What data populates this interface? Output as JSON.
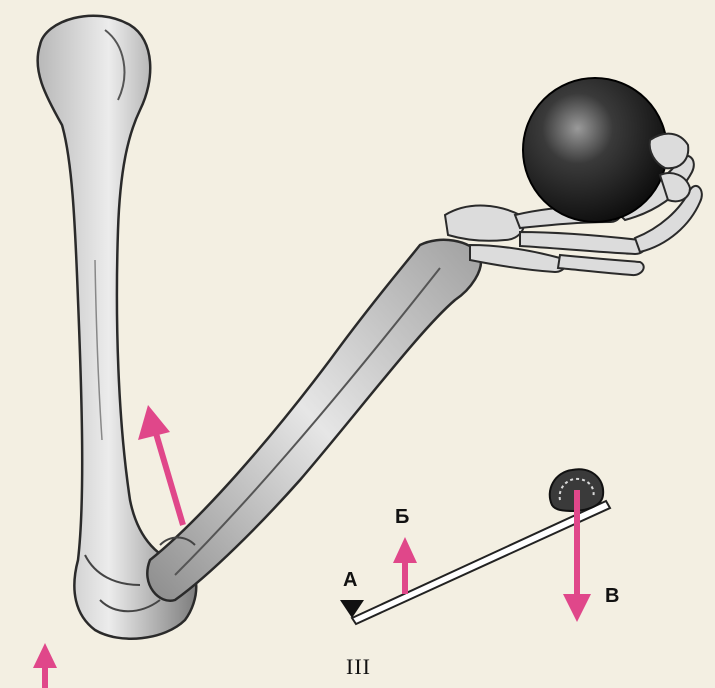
{
  "labels": {
    "fulcrum": "А",
    "effort": "Б",
    "load": "В",
    "figure_number": "III"
  },
  "colors": {
    "background": "#f3efe2",
    "bone": "#d9d9d9",
    "bone_shadow": "#8a8a8a",
    "outline": "#2a2a2a",
    "arrow": "#e0478a",
    "ball": "#1c1c1c",
    "lever": "#ffffff"
  },
  "icons": {
    "fulcrum": "triangle-fulcrum-icon",
    "effort_arrow": "arrow-up-icon",
    "load_arrow": "arrow-down-icon",
    "weight": "weight-blob-icon"
  }
}
